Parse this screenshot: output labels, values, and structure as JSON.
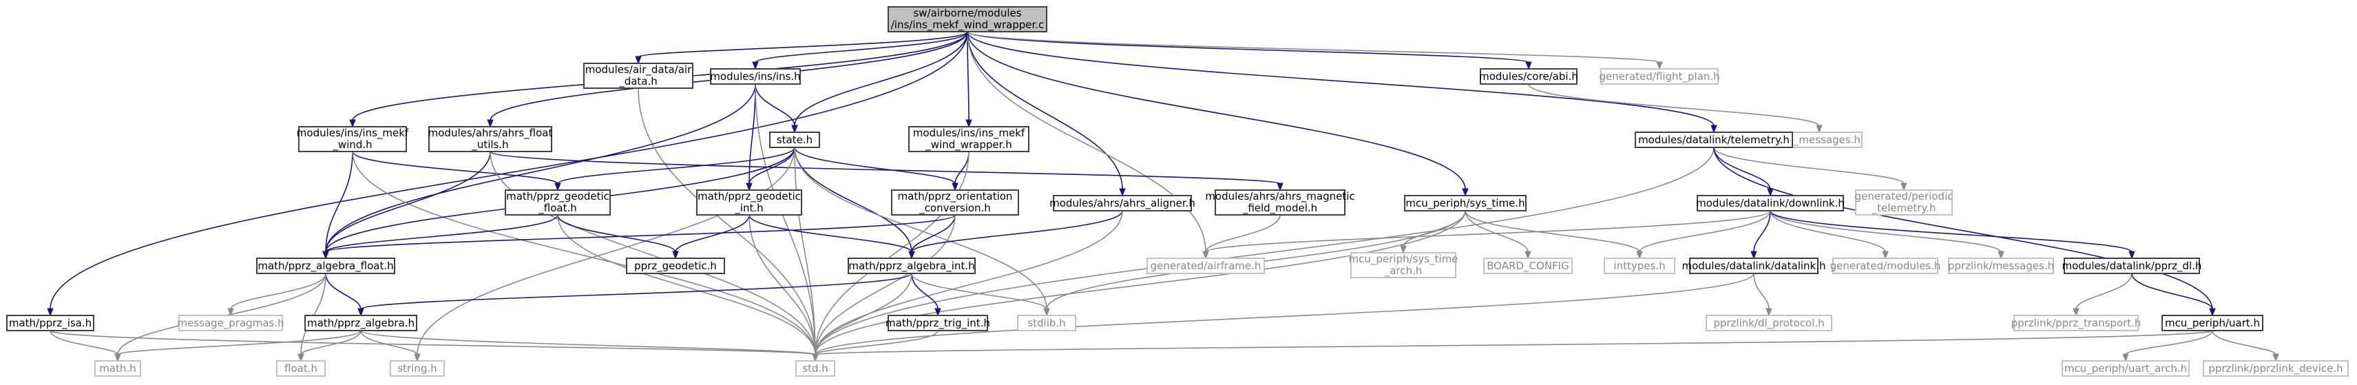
{
  "nodes": {
    "root": [
      "sw/airborne/modules",
      "/ins/ins_mekf_wind_wrapper.c"
    ],
    "air_data": [
      "modules/air_data/air",
      "_data.h"
    ],
    "ins_h": [
      "modules/ins/ins.h"
    ],
    "core_abi": [
      "modules/core/abi.h"
    ],
    "flight_plan": [
      "generated/flight_plan.h"
    ],
    "abi_messages": [
      "abi_messages.h"
    ],
    "telemetry": [
      "modules/datalink/telemetry.h"
    ],
    "mekf_wind": [
      "modules/ins/ins_mekf",
      "_wind.h"
    ],
    "ahrs_float_utils": [
      "modules/ahrs/ahrs_float",
      "_utils.h"
    ],
    "state": [
      "state.h"
    ],
    "mekf_wind_wrapper": [
      "modules/ins/ins_mekf",
      "_wind_wrapper.h"
    ],
    "geodetic_float": [
      "math/pprz_geodetic",
      "_float.h"
    ],
    "geodetic_int": [
      "math/pprz_geodetic",
      "_int.h"
    ],
    "orientation": [
      "math/pprz_orientation",
      "_conversion.h"
    ],
    "ahrs_aligner": [
      "modules/ahrs/ahrs_aligner.h"
    ],
    "mag_field": [
      "modules/ahrs/ahrs_magnetic",
      "_field_model.h"
    ],
    "sys_time": [
      "mcu_periph/sys_time.h"
    ],
    "downlink": [
      "modules/datalink/downlink.h"
    ],
    "periodic_tel": [
      "generated/periodic",
      "_telemetry.h"
    ],
    "algebra_float": [
      "math/pprz_algebra_float.h"
    ],
    "geodetic_h": [
      "pprz_geodetic.h"
    ],
    "algebra_int": [
      "math/pprz_algebra_int.h"
    ],
    "airframe": [
      "generated/airframe.h"
    ],
    "sys_time_arch": [
      "mcu_periph/sys_time",
      "_arch.h"
    ],
    "board_config": [
      "BOARD_CONFIG"
    ],
    "inttypes": [
      "inttypes.h"
    ],
    "datalink_h": [
      "modules/datalink/datalink.h"
    ],
    "gen_modules": [
      "generated/modules.h"
    ],
    "pprzlink_messages": [
      "pprzlink/messages.h"
    ],
    "pprz_dl": [
      "modules/datalink/pprz_dl.h"
    ],
    "pprz_isa": [
      "math/pprz_isa.h"
    ],
    "message_pragmas": [
      "message_pragmas.h"
    ],
    "algebra": [
      "math/pprz_algebra.h"
    ],
    "trig_int": [
      "math/pprz_trig_int.h"
    ],
    "stdlib": [
      "stdlib.h"
    ],
    "dl_protocol": [
      "pprzlink/dl_protocol.h"
    ],
    "pprz_transport": [
      "pprzlink/pprz_transport.h"
    ],
    "uart": [
      "mcu_periph/uart.h"
    ],
    "math_h": [
      "math.h"
    ],
    "float_h": [
      "float.h"
    ],
    "string_h": [
      "string.h"
    ],
    "std_h": [
      "std.h"
    ],
    "uart_arch": [
      "mcu_periph/uart_arch.h"
    ],
    "pprzlink_device": [
      "pprzlink/pprzlink_device.h"
    ]
  },
  "colors": {
    "edge": "#191970",
    "gray_edge": "#8a8a8a",
    "gray_text": "#888888",
    "focus_fill": "#bfbfbf"
  }
}
